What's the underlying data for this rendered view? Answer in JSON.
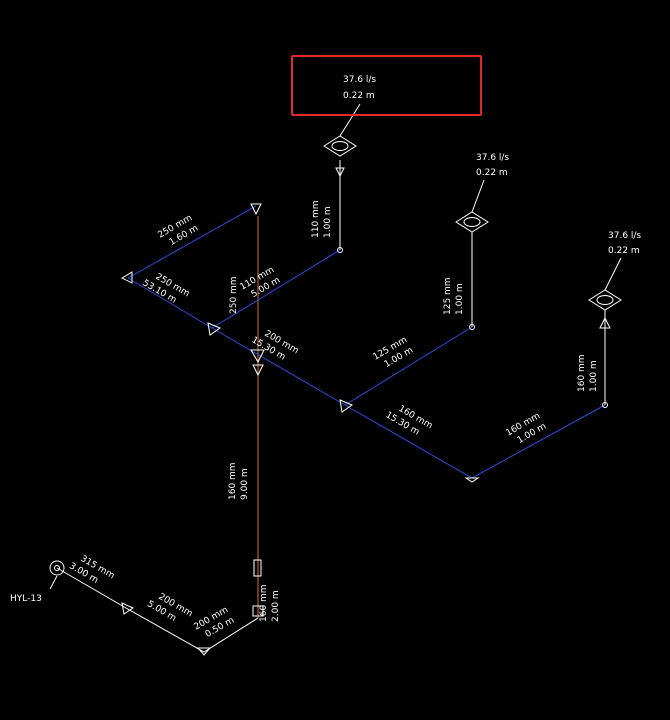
{
  "colors": {
    "background": "#000000",
    "pipe_blue": "#2a4fd8",
    "pipe_orange": "#c9703a",
    "line_white": "#ffffff",
    "highlight_red": "#e4292b"
  },
  "source": {
    "label": "HYL-13",
    "icon": "source-node-icon"
  },
  "outlets": [
    {
      "flow": "37.6  l/s",
      "head": "0.22  m",
      "highlighted": true
    },
    {
      "flow": "37.6  l/s",
      "head": "0.22  m",
      "highlighted": false
    },
    {
      "flow": "37.6  l/s",
      "head": "0.22  m",
      "highlighted": false
    }
  ],
  "pipe_labels": [
    {
      "id": "p315",
      "size": "315  mm",
      "length": "3.00  m"
    },
    {
      "id": "p200a",
      "size": "200  mm",
      "length": "5.00  m"
    },
    {
      "id": "p200b",
      "size": "200  mm",
      "length": "0.50  m"
    },
    {
      "id": "p160riser",
      "size": "160  mm",
      "length": "2.00  m"
    },
    {
      "id": "p160vert",
      "size": "160  mm",
      "length": "9.00  m"
    },
    {
      "id": "p250a",
      "size": "250  mm",
      "length": "1.60  m"
    },
    {
      "id": "p250b",
      "size": "250  mm",
      "length": "53.10  m"
    },
    {
      "id": "p250c",
      "size": "250  mm",
      "length": ""
    },
    {
      "id": "p110a",
      "size": "110  mm",
      "length": "5.00  m"
    },
    {
      "id": "p110b",
      "size": "110  mm",
      "length": "1.00  m"
    },
    {
      "id": "p200c",
      "size": "200  mm",
      "length": "15.30  m"
    },
    {
      "id": "p125a",
      "size": "125  mm",
      "length": "1.00  m"
    },
    {
      "id": "p125b",
      "size": "125  mm",
      "length": "1.00  m"
    },
    {
      "id": "p160a",
      "size": "160  mm",
      "length": "15.30  m"
    },
    {
      "id": "p160b",
      "size": "160  mm",
      "length": "1.00  m"
    },
    {
      "id": "p160c",
      "size": "160  mm",
      "length": "1.00  m"
    }
  ]
}
